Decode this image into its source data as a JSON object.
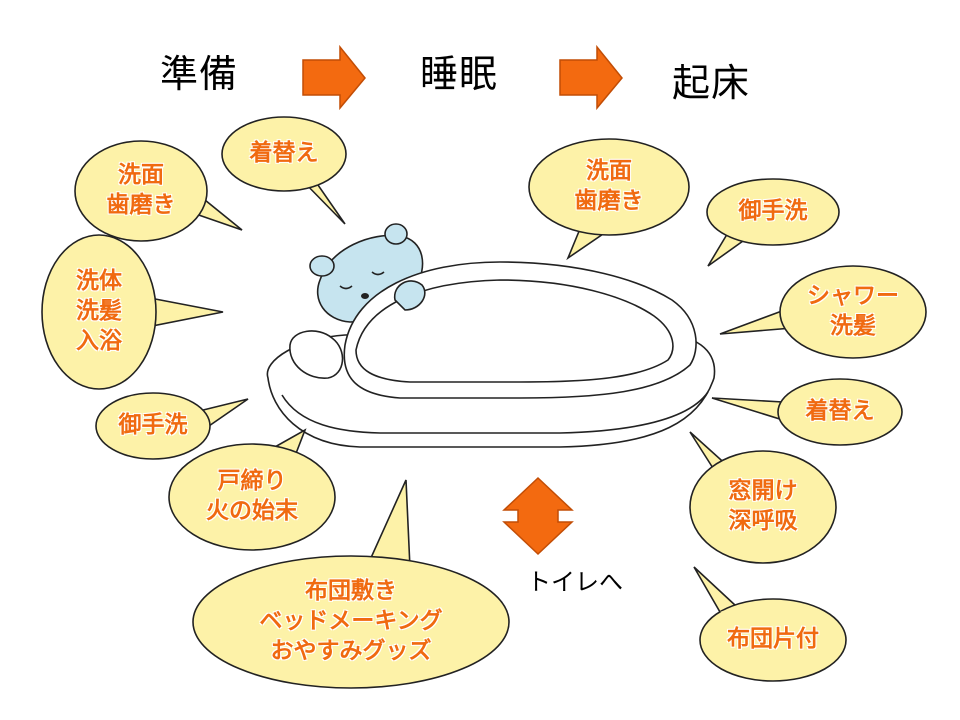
{
  "stages": [
    "準備",
    "睡眠",
    "起床"
  ],
  "colors": {
    "arrow": "#f36a10",
    "arrow_border": "#c24d05",
    "bubble_fill": "#fdf2a8",
    "bubble_text": "#f06a10",
    "bear": "#c6e4ef"
  },
  "prep_bubbles": [
    {
      "lines": [
        "着替え"
      ]
    },
    {
      "lines": [
        "洗面",
        "歯磨き"
      ]
    },
    {
      "lines": [
        "洗体",
        "洗髪",
        "入浴"
      ]
    },
    {
      "lines": [
        "御手洗"
      ]
    },
    {
      "lines": [
        "戸締り",
        "火の始末"
      ]
    },
    {
      "lines": [
        "布団敷き",
        "ベッドメーキング",
        "おやすみグッズ"
      ]
    }
  ],
  "wake_bubbles": [
    {
      "lines": [
        "洗面",
        "歯磨き"
      ]
    },
    {
      "lines": [
        "御手洗"
      ]
    },
    {
      "lines": [
        "シャワー",
        "洗髪"
      ]
    },
    {
      "lines": [
        "着替え"
      ]
    },
    {
      "lines": [
        "窓開け",
        "深呼吸"
      ]
    },
    {
      "lines": [
        "布団片付"
      ]
    }
  ],
  "toilet": {
    "label": "トイレへ",
    "icon": "double-arrow-icon"
  },
  "illustration": {
    "icon": "sleeping-bear-icon"
  }
}
